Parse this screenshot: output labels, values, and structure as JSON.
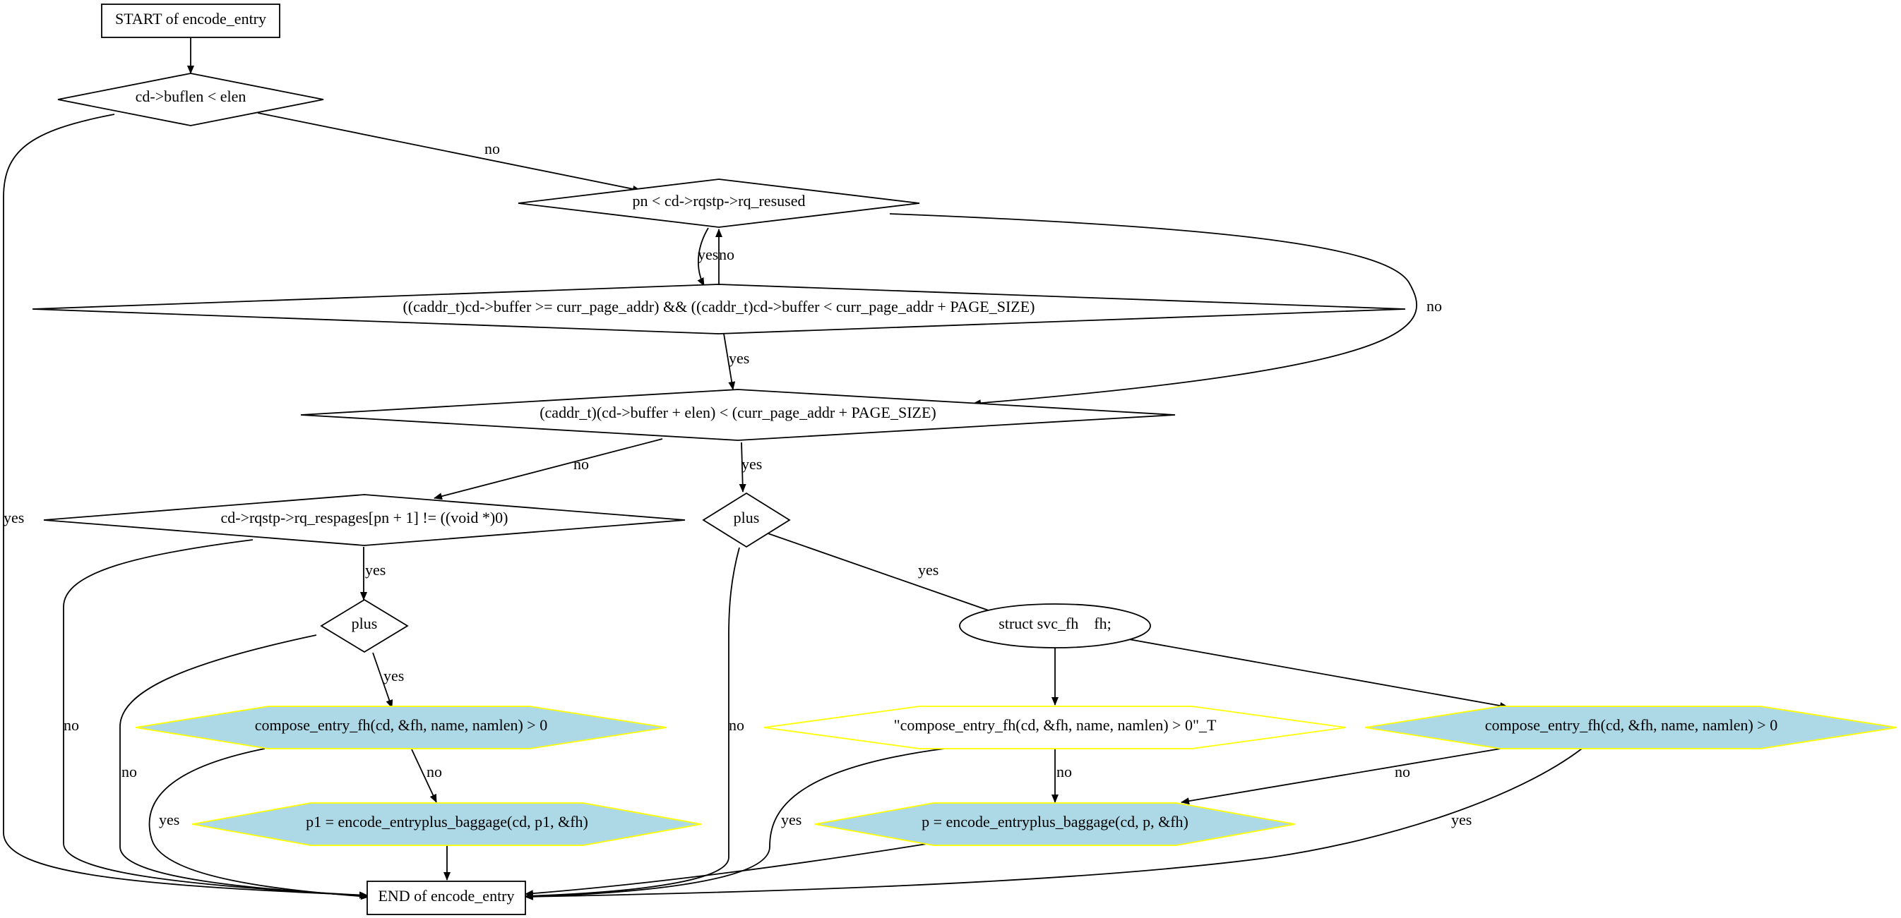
{
  "colors": {
    "stroke": "#000000",
    "background": "#ffffff",
    "hex_fill": "#add8e6",
    "hex_stroke": "#ffff00"
  },
  "nodes": {
    "start": "START of encode_entry",
    "d_buflen": "cd->buflen < elen",
    "d_pn": "pn < cd->rqstp->rq_resused",
    "d_caddr_range": "((caddr_t)cd->buffer >= curr_page_addr) && ((caddr_t)cd->buffer < curr_page_addr + PAGE_SIZE)",
    "d_caddr_elen": "(caddr_t)(cd->buffer + elen) < (curr_page_addr + PAGE_SIZE)",
    "d_respages": "cd->rqstp->rq_respages[pn + 1] != ((void *)0)",
    "d_plus_left": "plus",
    "d_plus_right": "plus",
    "struct_fh": "struct svc_fh    fh;",
    "h_compose_left": "compose_entry_fh(cd, &fh, name, namlen) > 0",
    "h_encode_p1": "p1 = encode_entryplus_baggage(cd, p1, &fh)",
    "h_compose_t": "\"compose_entry_fh(cd, &fh, name, namlen) > 0\"_T",
    "h_compose_right": "compose_entry_fh(cd, &fh, name, namlen) > 0",
    "h_encode_p": "p = encode_entryplus_baggage(cd, p, &fh)",
    "end": "END of encode_entry"
  },
  "edge_labels": {
    "buflen_yes": "yes",
    "buflen_no": "no",
    "pn_yes": "yes",
    "pn_no": "no",
    "range_no": "no",
    "range_yes": "yes",
    "elen_no": "no",
    "elen_yes": "yes",
    "respages_yes": "yes",
    "respages_no": "no",
    "plus_left_yes": "yes",
    "plus_left_no": "no",
    "compose_left_no": "no",
    "compose_left_yes": "yes",
    "plus_right_no": "no",
    "plus_right_yes": "yes",
    "compose_t_no": "no",
    "compose_t_yes": "yes",
    "compose_right_no": "no",
    "compose_right_yes": "yes"
  }
}
